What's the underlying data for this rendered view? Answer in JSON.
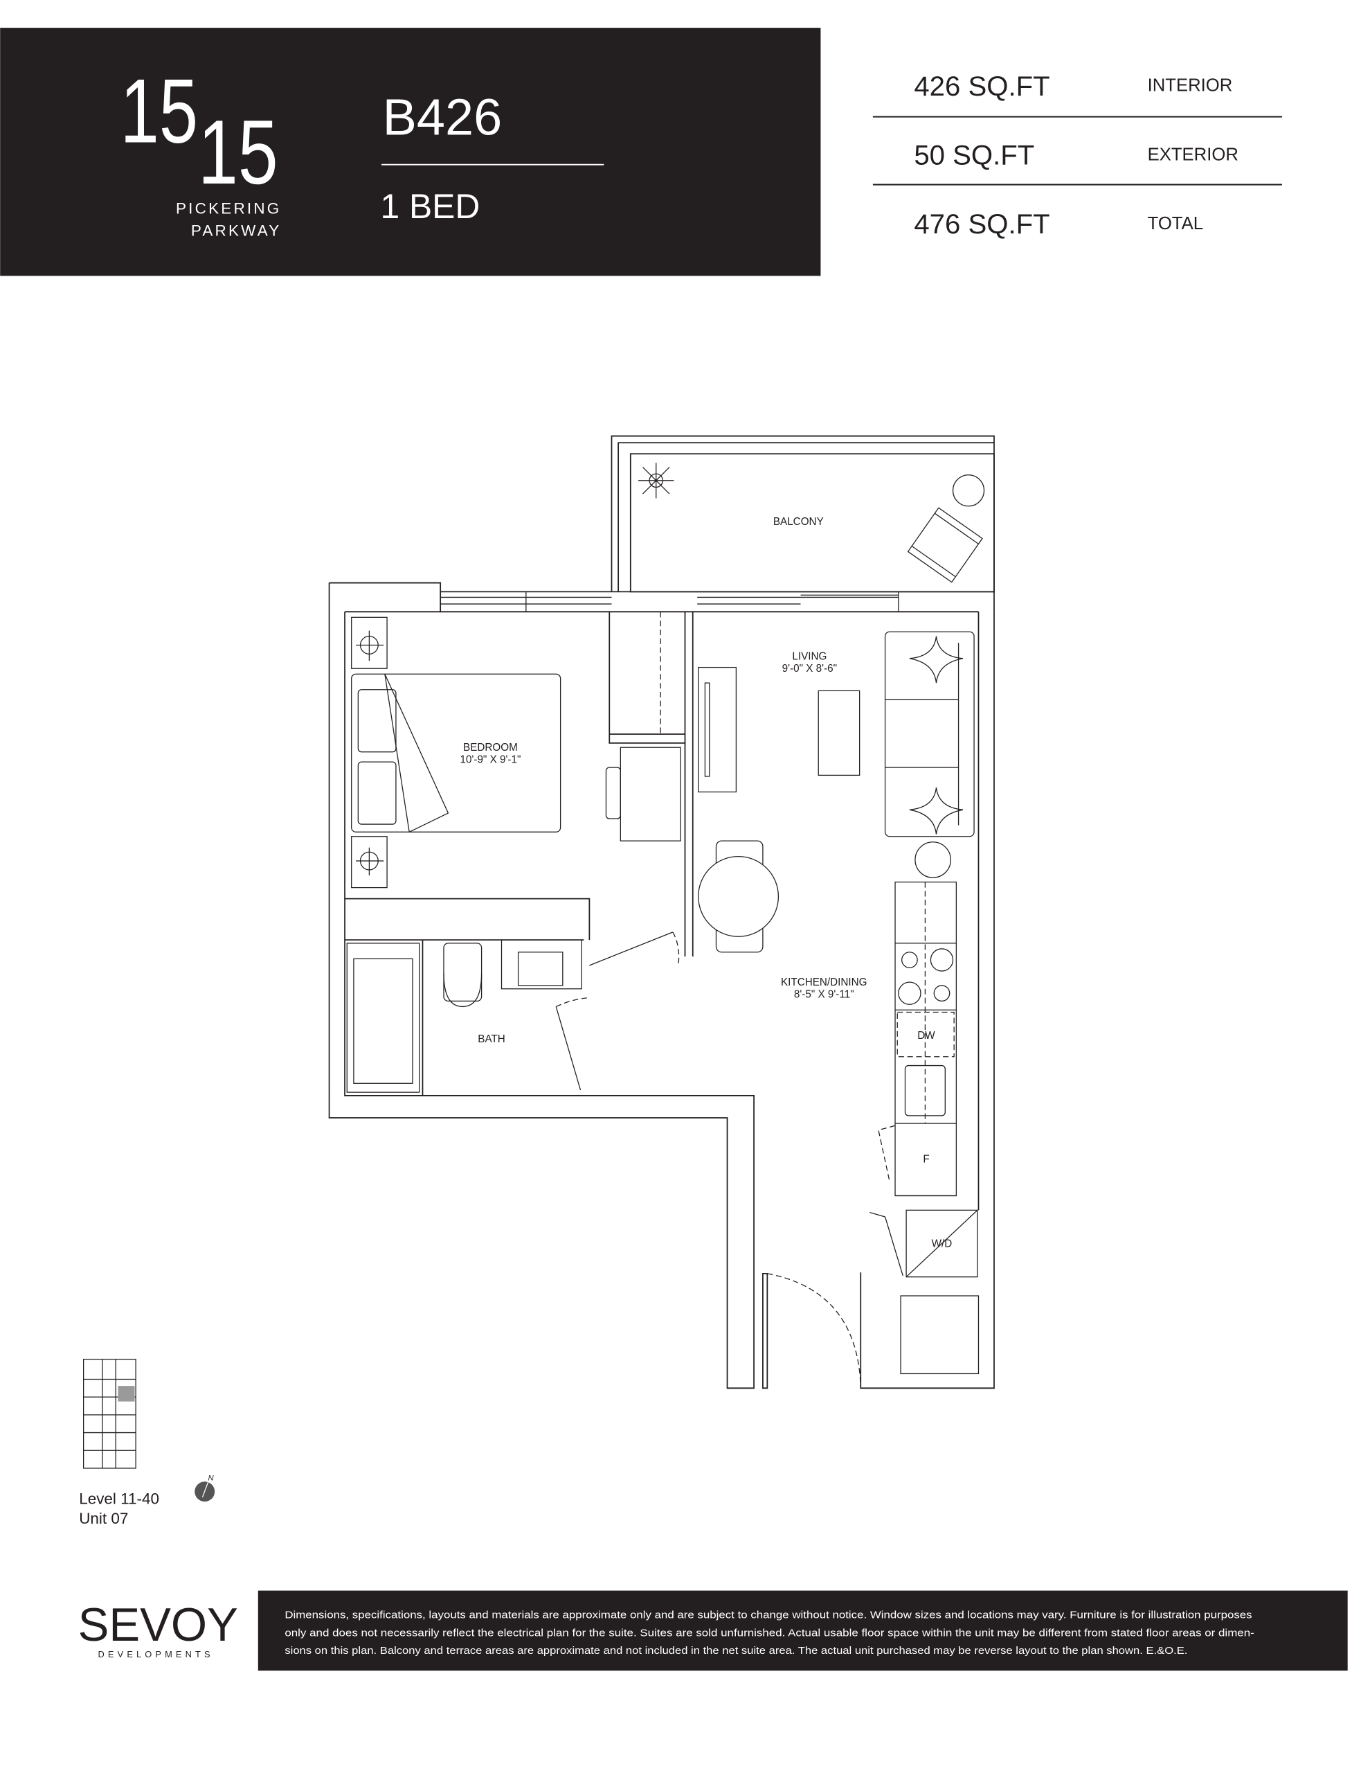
{
  "brand": {
    "logo_top": "15",
    "logo_bottom": "15",
    "street_line1": "PICKERING",
    "street_line2": "PARKWAY"
  },
  "unit": {
    "name": "B426",
    "type": "1 BED"
  },
  "areas": [
    {
      "value": "426 SQ.FT",
      "label": "INTERIOR"
    },
    {
      "value": "50 SQ.FT",
      "label": "EXTERIOR"
    },
    {
      "value": "476 SQ.FT",
      "label": "TOTAL"
    }
  ],
  "rooms": {
    "balcony": "BALCONY",
    "living": "LIVING",
    "living_dim": "9'-0\" X 8'-6\"",
    "bedroom": "BEDROOM",
    "bedroom_dim": "10'-9\" X 9'-1\"",
    "kitchen": "KITCHEN/DINING",
    "kitchen_dim": "8'-5\" X 9'-11\"",
    "bath": "BATH",
    "dw": "DW",
    "f": "F",
    "wd": "W/D"
  },
  "keyplan": {
    "level": "Level 11-40",
    "unit": "Unit 07",
    "north": "N"
  },
  "footer": {
    "developer": "SEVOY",
    "developer_sub": "DEVELOPMENTS",
    "disclaimer": [
      "Dimensions, specifications, layouts and materials are approximate only and are subject to change without notice. Window sizes and locations may vary. Furniture is for illustration purposes",
      "only and does not necessarily reflect the electrical plan for the suite. Suites are sold unfurnished. Actual usable floor space within the unit may be different from stated floor areas or dimen-",
      "sions on this plan. Balcony and terrace areas are approximate and not included in the net suite area. The actual unit purchased may be reverse layout to the plan shown. E.&O.E."
    ]
  },
  "colors": {
    "dark": "#231f20",
    "keyplan_highlight": "#9a9a9a"
  }
}
